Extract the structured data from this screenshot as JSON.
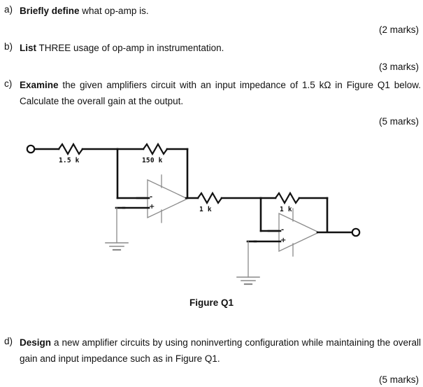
{
  "document": {
    "type": "exam-question-sheet",
    "figure_caption": "Figure Q1"
  },
  "questions": [
    {
      "label": "a)",
      "bold_lead": "Briefly define",
      "rest": " what op-amp is.",
      "marks": "(2 marks)"
    },
    {
      "label": "b)",
      "bold_lead": "List",
      "rest": " THREE usage of op-amp in instrumentation.",
      "marks": "(3 marks)"
    },
    {
      "label": "c)",
      "bold_lead": "Examine",
      "rest": " the given amplifiers circuit with an input impedance of 1.5 kΩ in Figure Q1 below. Calculate the overall gain at the output.",
      "marks": "(5 marks)"
    },
    {
      "label": "d)",
      "bold_lead": "Design",
      "rest": " a new amplifier circuits by using noninverting configuration while maintaining the overall gain and input impedance such as in Figure Q1.",
      "marks": "(5 marks)"
    }
  ],
  "circuit": {
    "title": "Figure Q1",
    "description": "Two cascaded inverting op-amp stages",
    "colors": {
      "wire": "#111111",
      "thin": "#6f6f6f",
      "text": "#0d0d0d",
      "background": "#ffffff"
    },
    "components": [
      {
        "id": "R1",
        "name": "input-resistor",
        "label": "1.5 k",
        "stage": 1,
        "role": "input"
      },
      {
        "id": "R2",
        "name": "feedback-resistor-stage1",
        "label": "150 k",
        "stage": 1,
        "role": "feedback"
      },
      {
        "id": "R3",
        "name": "input-resistor-stage2",
        "label": "1 k",
        "stage": 2,
        "role": "input"
      },
      {
        "id": "R4",
        "name": "feedback-resistor-stage2",
        "label": "1 k",
        "stage": 2,
        "role": "feedback"
      }
    ],
    "opamps": [
      {
        "id": "U1",
        "name": "op-amp-stage-1",
        "inverting_pin": "-",
        "noninverting_pin": "+"
      },
      {
        "id": "U2",
        "name": "op-amp-stage-2",
        "inverting_pin": "-",
        "noninverting_pin": "+"
      }
    ],
    "terminals": [
      {
        "id": "IN",
        "name": "input-terminal"
      },
      {
        "id": "OUT",
        "name": "output-terminal"
      }
    ],
    "grounds": [
      {
        "id": "GND1",
        "name": "ground-symbol-stage-1"
      },
      {
        "id": "GND2",
        "name": "ground-symbol-stage-2"
      }
    ],
    "labels": {
      "r1": "1.5 k",
      "r2": "150 k",
      "r3": "1 k",
      "r4": "1 k",
      "minus1": "-",
      "plus1": "+",
      "minus2": "-",
      "plus2": "+"
    }
  }
}
